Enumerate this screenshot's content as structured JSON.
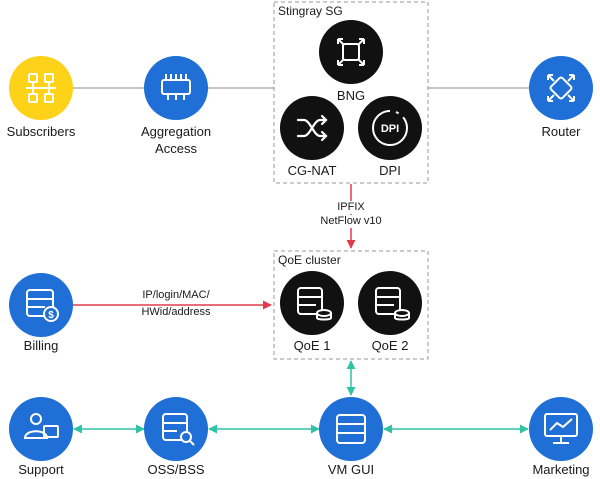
{
  "groups": {
    "stingray": "Stingray SG",
    "qoe_cluster": "QoE cluster"
  },
  "nodes": {
    "subscribers": "Subscribers",
    "aggregation": [
      "Aggregation",
      "Access"
    ],
    "bng": "BNG",
    "cgnat": "CG-NAT",
    "dpi": "DPI",
    "dpi_icon_text": "DPI",
    "router": "Router",
    "billing": "Billing",
    "qoe1": "QoE 1",
    "qoe2": "QoE 2",
    "support": "Support",
    "oss_bss": "OSS/BSS",
    "vm_gui": "VM GUI",
    "marketing": "Marketing"
  },
  "edges": {
    "ipfix": [
      "IPFIX",
      "NetFlow v10"
    ],
    "billing_link": [
      "IP/login/MAC/",
      "HWid/address"
    ]
  },
  "colors": {
    "blue": "#1f6fd6",
    "yellow": "#ffd21a",
    "black": "#111111",
    "red_arrow": "#e23b4d",
    "green_arrow": "#2ec4a4",
    "gray_line": "#b3b3b3",
    "dashed_border": "#999999"
  }
}
